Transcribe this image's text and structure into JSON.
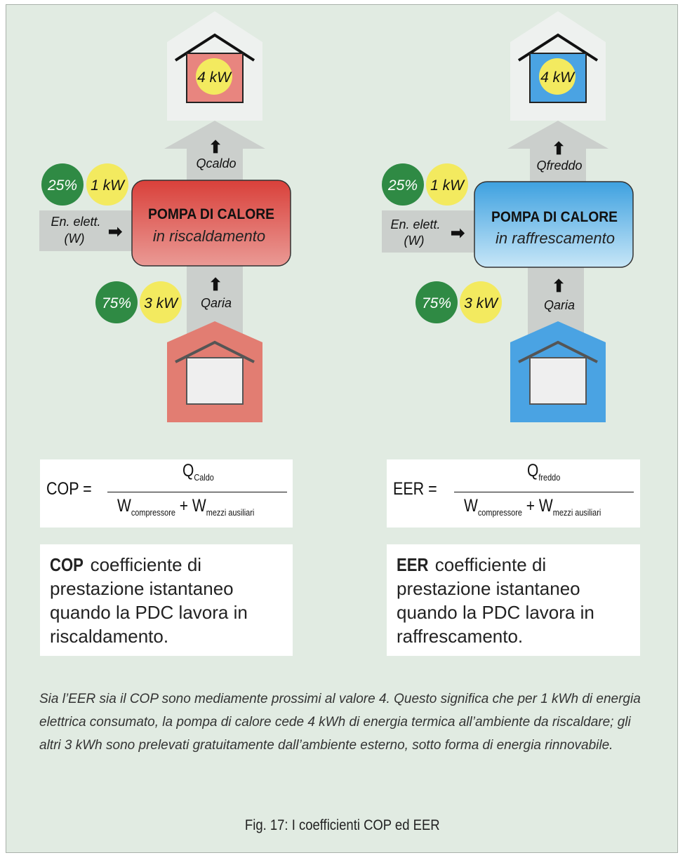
{
  "colors": {
    "background": "#e1ebe2",
    "heat_red": "#e27d72",
    "heat_box_top": "#d9403a",
    "cool_blue": "#4aa3e3",
    "cool_box_top": "#3ea1e0",
    "green_badge": "#2f8a44",
    "yellow_badge": "#f3ea5f",
    "grey_arrow": "#cbcfcc"
  },
  "heating": {
    "house_value": "4 kW",
    "q_out_label": "Qcaldo",
    "electric_pct": "25%",
    "electric_kw": "1 kW",
    "electric_label_line1": "En. elett.",
    "electric_label_line2": "(W)",
    "pump_title": "POMPA DI CALORE",
    "pump_mode": "in riscaldamento",
    "air_pct": "75%",
    "air_kw": "3 kW",
    "q_in_label": "Qaria"
  },
  "cooling": {
    "house_value": "4 kW",
    "q_out_label": "Qfreddo",
    "electric_pct": "25%",
    "electric_kw": "1 kW",
    "electric_label_line1": "En. elett.",
    "electric_label_line2": "(W)",
    "pump_title": "POMPA DI CALORE",
    "pump_mode": "in raffrescamento",
    "air_pct": "75%",
    "air_kw": "3 kW",
    "q_in_label": "Qaria"
  },
  "formulas": {
    "cop": {
      "label": "COP =",
      "num_main": "Q",
      "num_sub": "Caldo",
      "den_a": "W",
      "den_a_sub": "compressore",
      "den_plus": "+",
      "den_b": "W",
      "den_b_sub": "mezzi ausiliari"
    },
    "eer": {
      "label": "EER =",
      "num_main": "Q",
      "num_sub": "freddo",
      "den_a": "W",
      "den_a_sub": "compressore",
      "den_plus": "+",
      "den_b": "W",
      "den_b_sub": "mezzi ausiliari"
    }
  },
  "descriptions": {
    "cop": {
      "term": "COP",
      "text": " coefficiente di prestazione istantaneo quando la PDC lavora in riscaldamento."
    },
    "eer": {
      "term": "EER",
      "text": " coefficiente di prestazione istantaneo quando la PDC lavora in raffrescamento."
    }
  },
  "caption": "Sia l’EER sia il COP sono mediamente prossimi al valore 4. Questo significa che per 1 kWh di energia elettrica consumato, la pompa di calore cede 4 kWh di energia termica all’ambiente da riscaldare; gli altri 3 kWh sono prelevati gratuitamente dall’ambiente esterno, sotto forma di energia rinnovabile.",
  "figure_caption": "Fig. 17: I coefficienti COP ed EER"
}
